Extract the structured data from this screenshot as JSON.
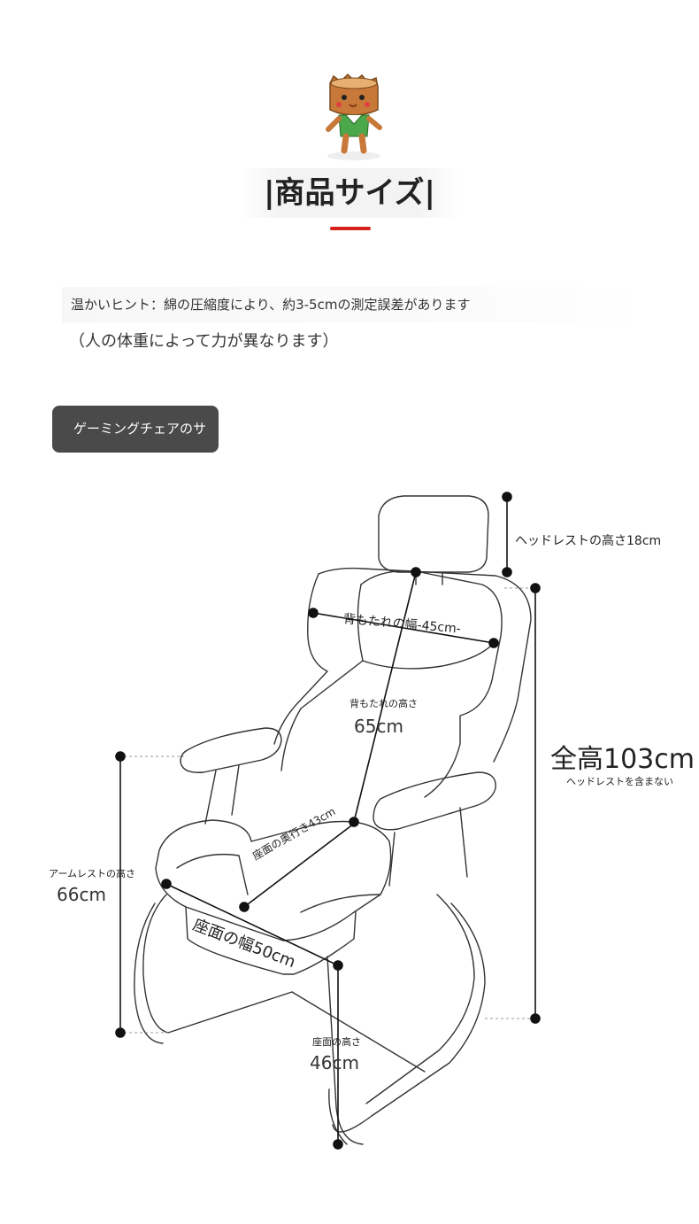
{
  "page": {
    "title": "|商品サイズ|",
    "note_line1": "温かいヒント：綿の圧縮度により、約3-5cmの測定誤差があります",
    "note_line2": "（人の体重によって力が異なります）",
    "section_tab": "ゲーミングチェアのサ"
  },
  "dimensions": {
    "headrest_height": "ヘッドレストの高さ18cm",
    "total_height": "全高103cm",
    "total_height_note": "ヘッドレストを含まない",
    "back_width": "背もたれの幅-45cm-",
    "back_height_label": "背もたれの高さ",
    "back_height_value": "65cm",
    "seat_depth": "座面の奥行き43cm",
    "armrest_height_label": "アームレストの高さ",
    "armrest_height_value": "66cm",
    "seat_width": "座面の幅50cm",
    "seat_height_label": "座面の高さ",
    "seat_height_value": "46cm"
  },
  "colors": {
    "accent": "#d8221e",
    "tab_bg": "#4a4a4a",
    "line": "#111111",
    "outline": "#333333"
  },
  "icons": {
    "mascot": "tree-stump-mascot-icon"
  }
}
